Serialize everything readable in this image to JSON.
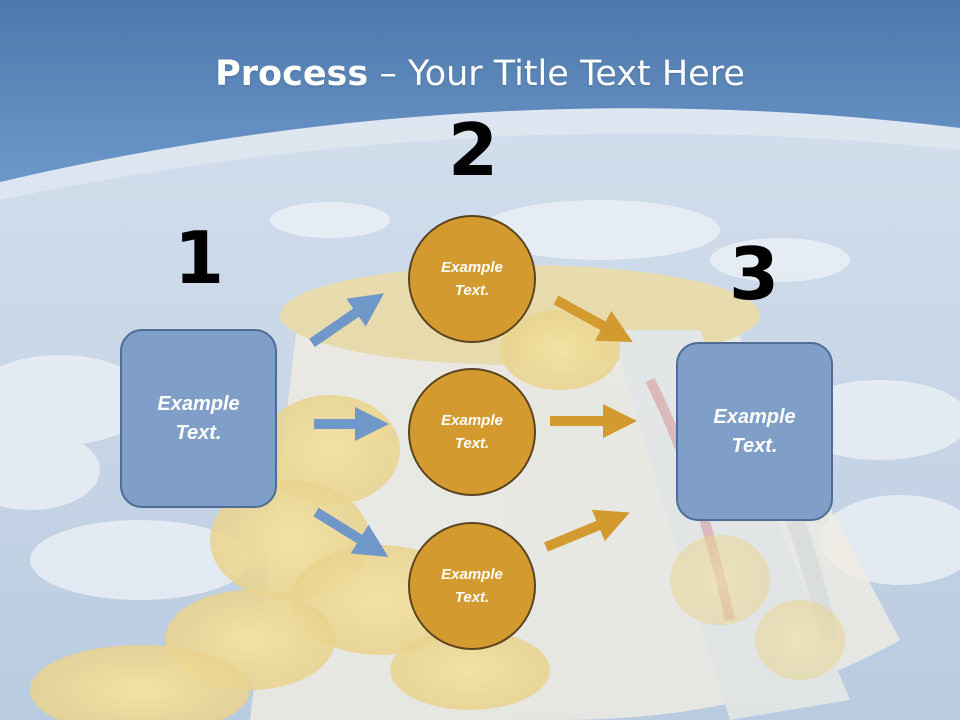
{
  "slide": {
    "title_bold": "Process",
    "title_rest": " – Your Title Text Here"
  },
  "steps": {
    "step1": {
      "number": "1"
    },
    "step2": {
      "number": "2"
    },
    "step3": {
      "number": "3"
    }
  },
  "nodes": {
    "left_box": "Example\nText.",
    "circle_top": "Example\nText.",
    "circle_middle": "Example\nText.",
    "circle_bottom": "Example\nText.",
    "right_box": "Example\nText."
  },
  "colors": {
    "header_blue": "#5b86b8",
    "box_fill": "#7f9fc8",
    "box_border": "#4f6d93",
    "circle_fill": "#d39b2f",
    "circle_border": "#5c4420",
    "arrow_blue": "#6f98c9",
    "arrow_gold": "#d39b2f"
  },
  "background": {
    "image_icon": "popcorn-bucket-sky-image"
  }
}
